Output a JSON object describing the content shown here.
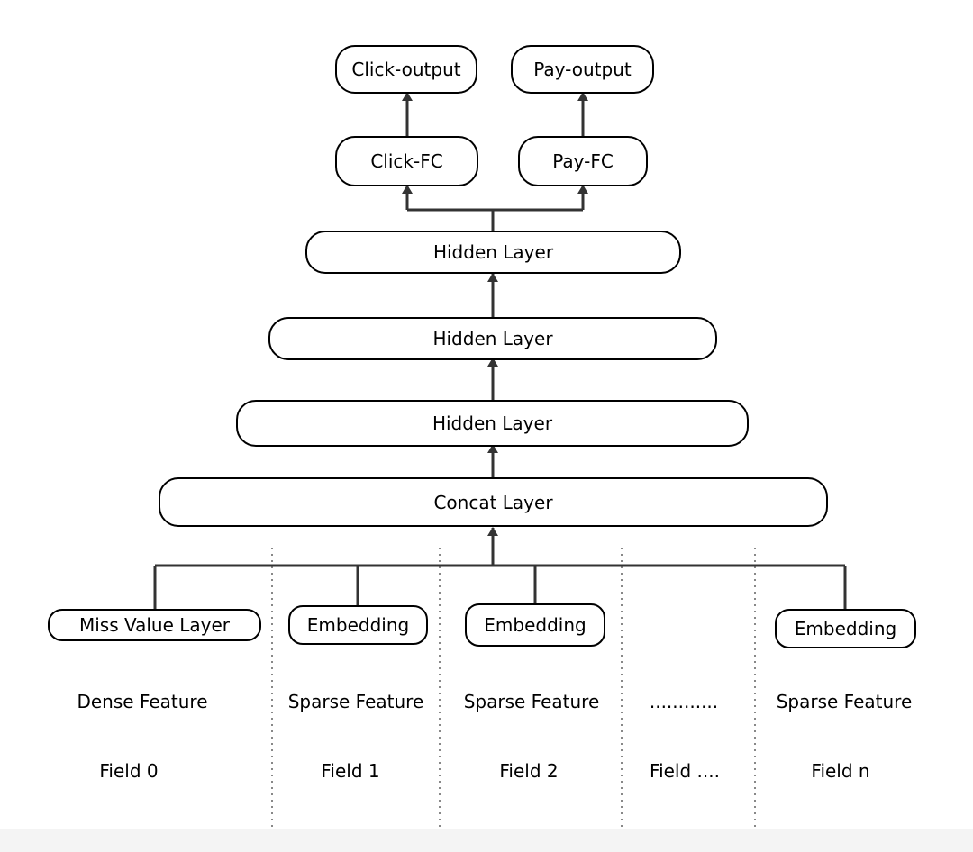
{
  "outputs": {
    "click_output": "Click-output",
    "pay_output": "Pay-output",
    "click_fc": "Click-FC",
    "pay_fc": "Pay-FC"
  },
  "layers": {
    "hidden_top": "Hidden Layer",
    "hidden_middle": "Hidden Layer",
    "hidden_bottom": "Hidden Layer",
    "concat": "Concat Layer"
  },
  "fields": [
    {
      "block": "Miss Value Layer",
      "feature": "Dense Feature",
      "field": "Field 0"
    },
    {
      "block": "Embedding",
      "feature": "Sparse Feature",
      "field": "Field 1"
    },
    {
      "block": "Embedding",
      "feature": "Sparse Feature",
      "field": "Field 2"
    },
    {
      "block": "",
      "feature": "............",
      "field": "Field ...."
    },
    {
      "block": "Embedding",
      "feature": "Sparse Feature",
      "field": "Field n"
    }
  ],
  "style": {
    "line_color": "#333333",
    "box_border": "#000000",
    "background": "#ffffff"
  }
}
